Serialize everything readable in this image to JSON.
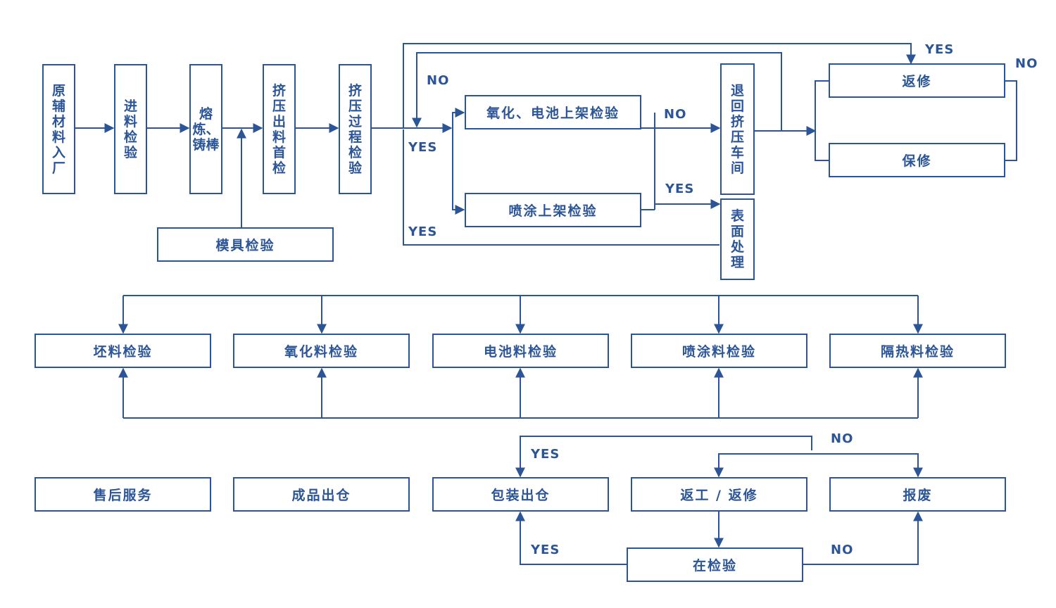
{
  "top_row": {
    "raw_material": "原辅材料入厂",
    "incoming_inspection": "进料检验",
    "casting": "熔炼、铸棒",
    "first_extrusion_inspection": "挤压出料首检",
    "extrusion_process_inspection": "挤压过程检验",
    "mold_inspection": "模具检验",
    "oxidation_rack_inspection": "氧化、电池上架检验",
    "spray_rack_inspection": "喷涂上架检验",
    "return_to_extrusion": "退回挤压车间",
    "surface_treatment": "表面处理",
    "rework": "返修",
    "warranty_repair": "保修"
  },
  "inspection_row": {
    "items": [
      "坯料检验",
      "氧化料检验",
      "电池料检验",
      "喷涂料检验",
      "隔热料检验"
    ]
  },
  "bottom_row": {
    "after_sales": "售后服务",
    "finished_outbound": "成品出仓",
    "packaging_outbound": "包装出仓",
    "rework_repair": "返工 / 返修",
    "scrap": "报废",
    "reinspection": "在检验"
  },
  "labels": {
    "no_top": "NO",
    "yes_left": "YES",
    "no_oxidation": "NO",
    "yes_spray": "YES",
    "yes_surface": "YES",
    "yes_rework": "YES",
    "no_right": "NO",
    "no_bottom_top": "NO",
    "yes_bottom_top": "YES",
    "yes_bottom": "YES",
    "no_bottom": "NO"
  },
  "colors": {
    "primary": "#2b5597",
    "background": "#ffffff"
  }
}
